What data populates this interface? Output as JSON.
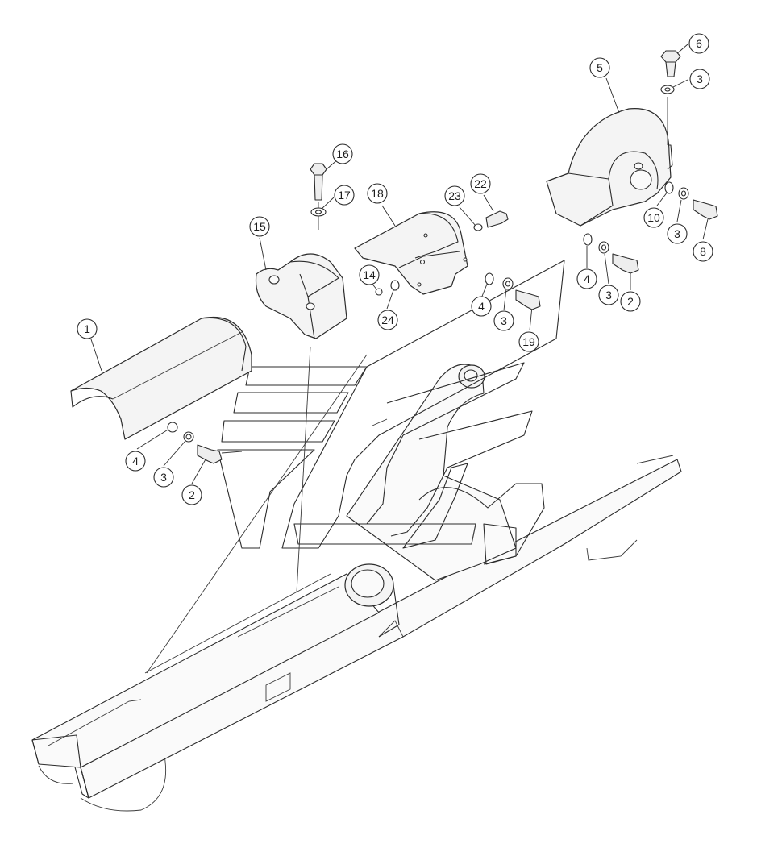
{
  "diagram": {
    "callouts": [
      {
        "id": "c1",
        "label": "1"
      },
      {
        "id": "c2a",
        "label": "2"
      },
      {
        "id": "c2b",
        "label": "2"
      },
      {
        "id": "c3a",
        "label": "3"
      },
      {
        "id": "c3b",
        "label": "3"
      },
      {
        "id": "c3c",
        "label": "3"
      },
      {
        "id": "c3d",
        "label": "3"
      },
      {
        "id": "c3e",
        "label": "3"
      },
      {
        "id": "c4a",
        "label": "4"
      },
      {
        "id": "c4b",
        "label": "4"
      },
      {
        "id": "c4c",
        "label": "4"
      },
      {
        "id": "c5",
        "label": "5"
      },
      {
        "id": "c6",
        "label": "6"
      },
      {
        "id": "c8",
        "label": "8"
      },
      {
        "id": "c10",
        "label": "10"
      },
      {
        "id": "c14",
        "label": "14"
      },
      {
        "id": "c15",
        "label": "15"
      },
      {
        "id": "c16",
        "label": "16"
      },
      {
        "id": "c17",
        "label": "17"
      },
      {
        "id": "c18",
        "label": "18"
      },
      {
        "id": "c19",
        "label": "19"
      },
      {
        "id": "c22",
        "label": "22"
      },
      {
        "id": "c23",
        "label": "23"
      },
      {
        "id": "c24",
        "label": "24"
      }
    ]
  }
}
